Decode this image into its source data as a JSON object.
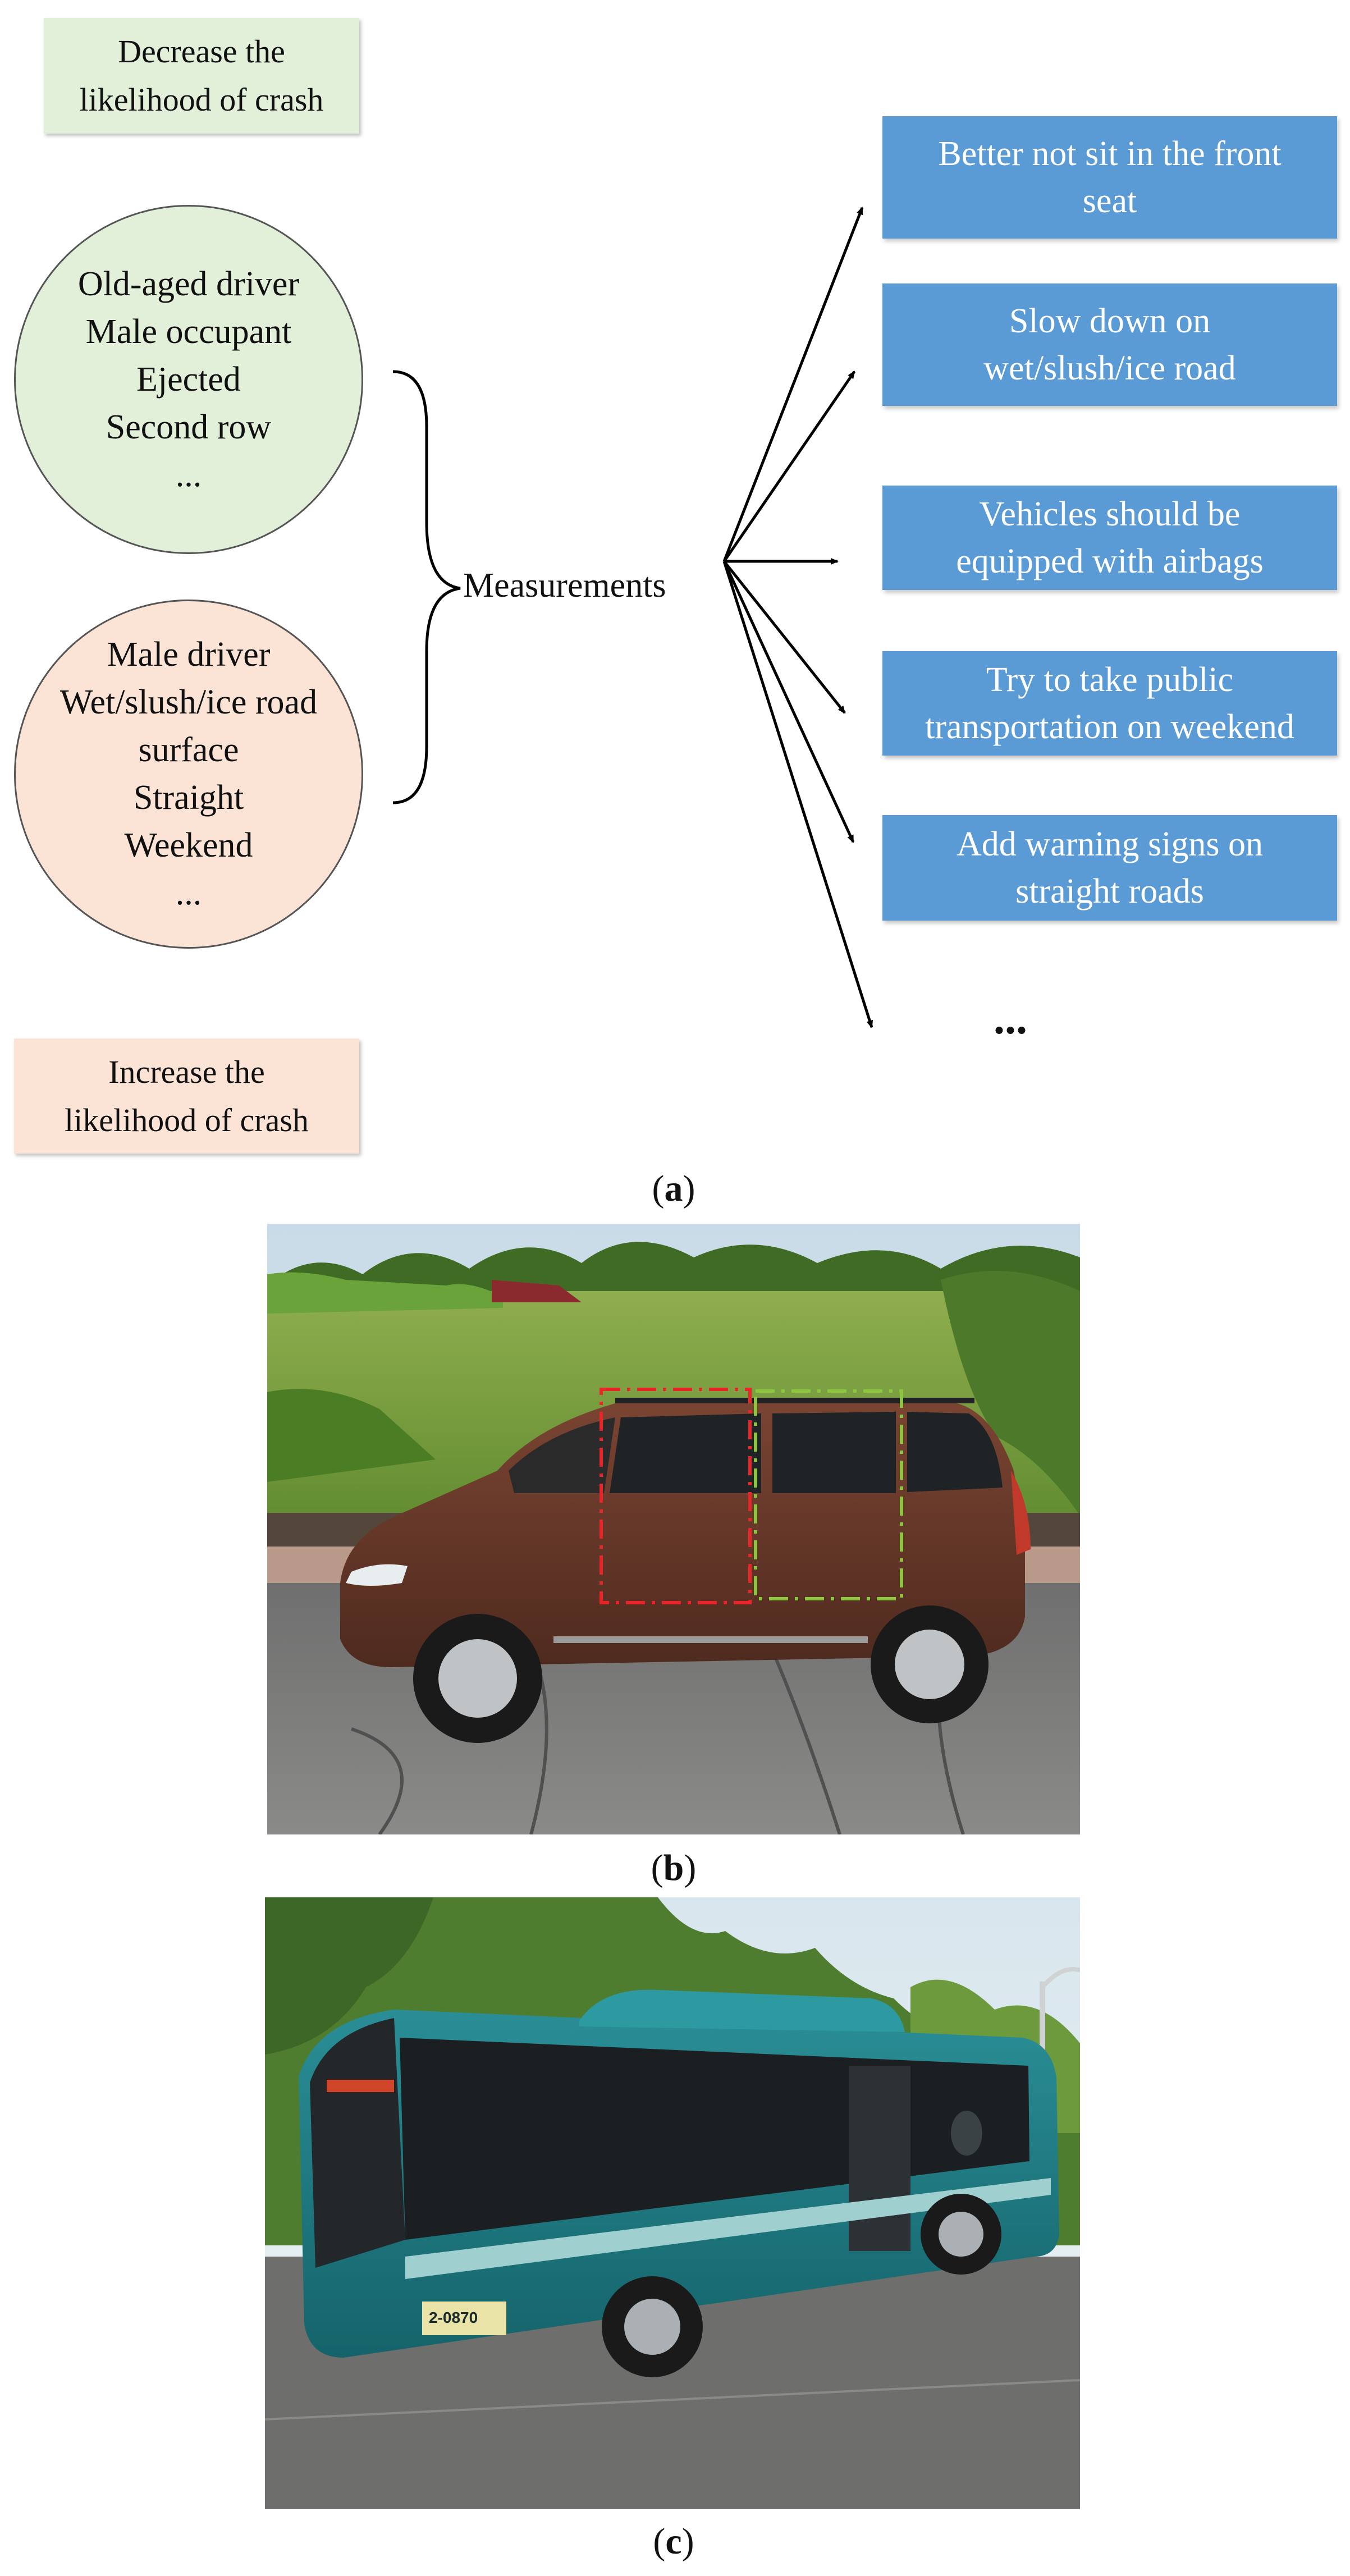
{
  "legend": {
    "decrease": [
      "Decrease the",
      "likelihood of crash"
    ],
    "increase": [
      "Increase the",
      "likelihood of crash"
    ]
  },
  "factors_decrease": [
    "Old-aged driver",
    "Male occupant",
    "Ejected",
    "Second row",
    "..."
  ],
  "factors_increase": [
    "Male driver",
    "Wet/slush/ice road",
    "surface",
    "Straight",
    "Weekend",
    "..."
  ],
  "center_label": "Measurements",
  "measures": [
    [
      "Better not sit in the front",
      "seat"
    ],
    [
      "Slow down on",
      "wet/slush/ice road"
    ],
    [
      "Vehicles should be",
      "equipped with airbags"
    ],
    [
      "Try to take public",
      "transportation on weekend"
    ],
    [
      "Add  warning signs on",
      "straight roads"
    ]
  ],
  "more": "...",
  "captions": {
    "a": {
      "open": "(",
      "letter": "a",
      "close": ")"
    },
    "b": {
      "open": "(",
      "letter": "b",
      "close": ")"
    },
    "c": {
      "open": "(",
      "letter": "c",
      "close": ")"
    }
  },
  "bus_plate": "2-0870",
  "colors": {
    "green_fill": "#e2efd9",
    "peach_fill": "#fbe4d5",
    "measure_box": "#5b9bd5",
    "red_box": "#e8262a",
    "green_box": "#8cc63f",
    "minivan_body": "#6b3a2a",
    "bus_body": "#1e7f86"
  }
}
